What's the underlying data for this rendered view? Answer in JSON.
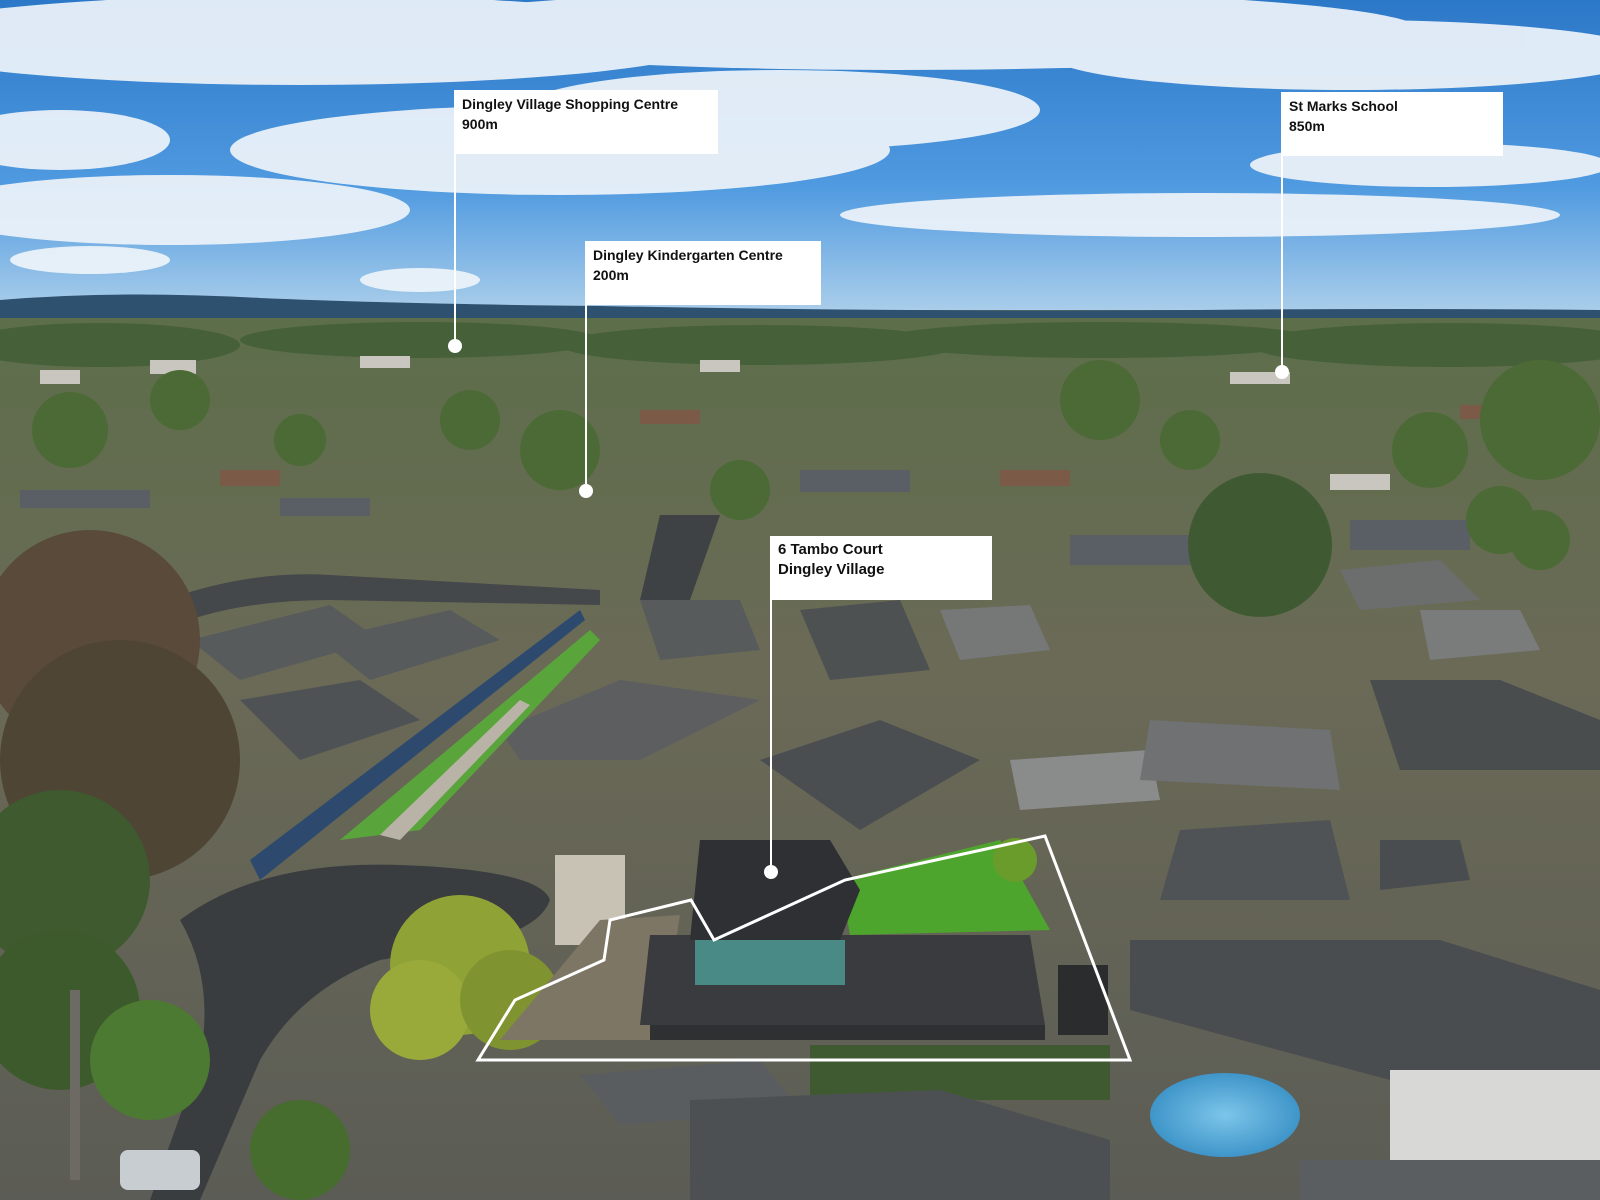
{
  "callouts": [
    {
      "id": "shopping-centre",
      "name": "Dingley Village Shopping Centre",
      "distance": "900m"
    },
    {
      "id": "st-marks-school",
      "name": "St Marks School",
      "distance": "850m"
    },
    {
      "id": "kindergarten",
      "name": "Dingley Kindergarten Centre",
      "distance": "200m"
    },
    {
      "id": "property",
      "name": "6 Tambo Court",
      "distance": "Dingley Village"
    }
  ],
  "colors": {
    "sky_top": "#2f7fd0",
    "sky_bottom": "#8cc0ea",
    "cloud": "#f2f6fa",
    "horizon_hills": "#2e4f6e",
    "foliage": "#4f6b3a",
    "lawn": "#4aa02c",
    "roof": "#3b3d40",
    "road": "#3c3f42",
    "boundary": "#ffffff",
    "label_bg": "#ffffff",
    "label_text": "#111111"
  }
}
